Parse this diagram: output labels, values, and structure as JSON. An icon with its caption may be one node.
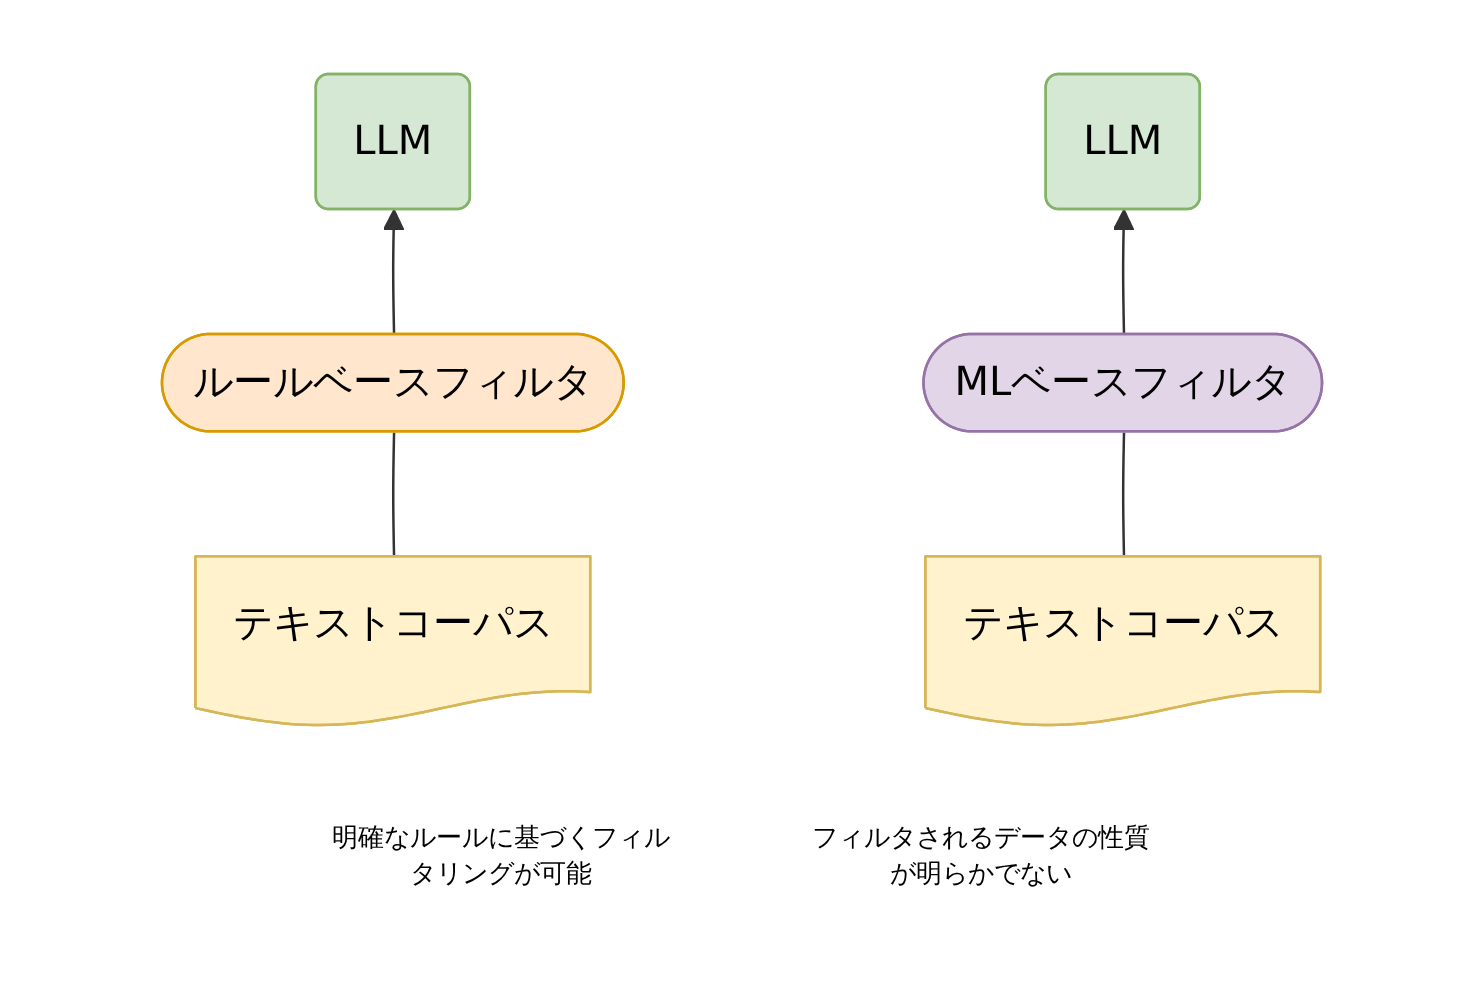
{
  "diagram": {
    "nodes": [
      {
        "text": [
          "LLM"
        ]
      },
      {
        "text": [
          "ルールベースフィルタ"
        ]
      },
      {
        "text": [
          "テキストコーパス"
        ]
      },
      {
        "text": [
          "LLM"
        ]
      },
      {
        "text": [
          "MLベースフィルタ"
        ]
      },
      {
        "text": [
          "テキストコーパス"
        ]
      }
    ],
    "edges": [
      {
        "from": 2,
        "to": 1,
        "arrow": "none"
      },
      {
        "from": 1,
        "to": 0,
        "arrow": "to"
      },
      {
        "from": 5,
        "to": 4,
        "arrow": "none"
      },
      {
        "from": 4,
        "to": 3,
        "arrow": "to"
      }
    ],
    "labels": [
      "明確なルールに基づくフィルタリングが可能",
      "フィルタされるデータの性質が明らかでない"
    ]
  }
}
